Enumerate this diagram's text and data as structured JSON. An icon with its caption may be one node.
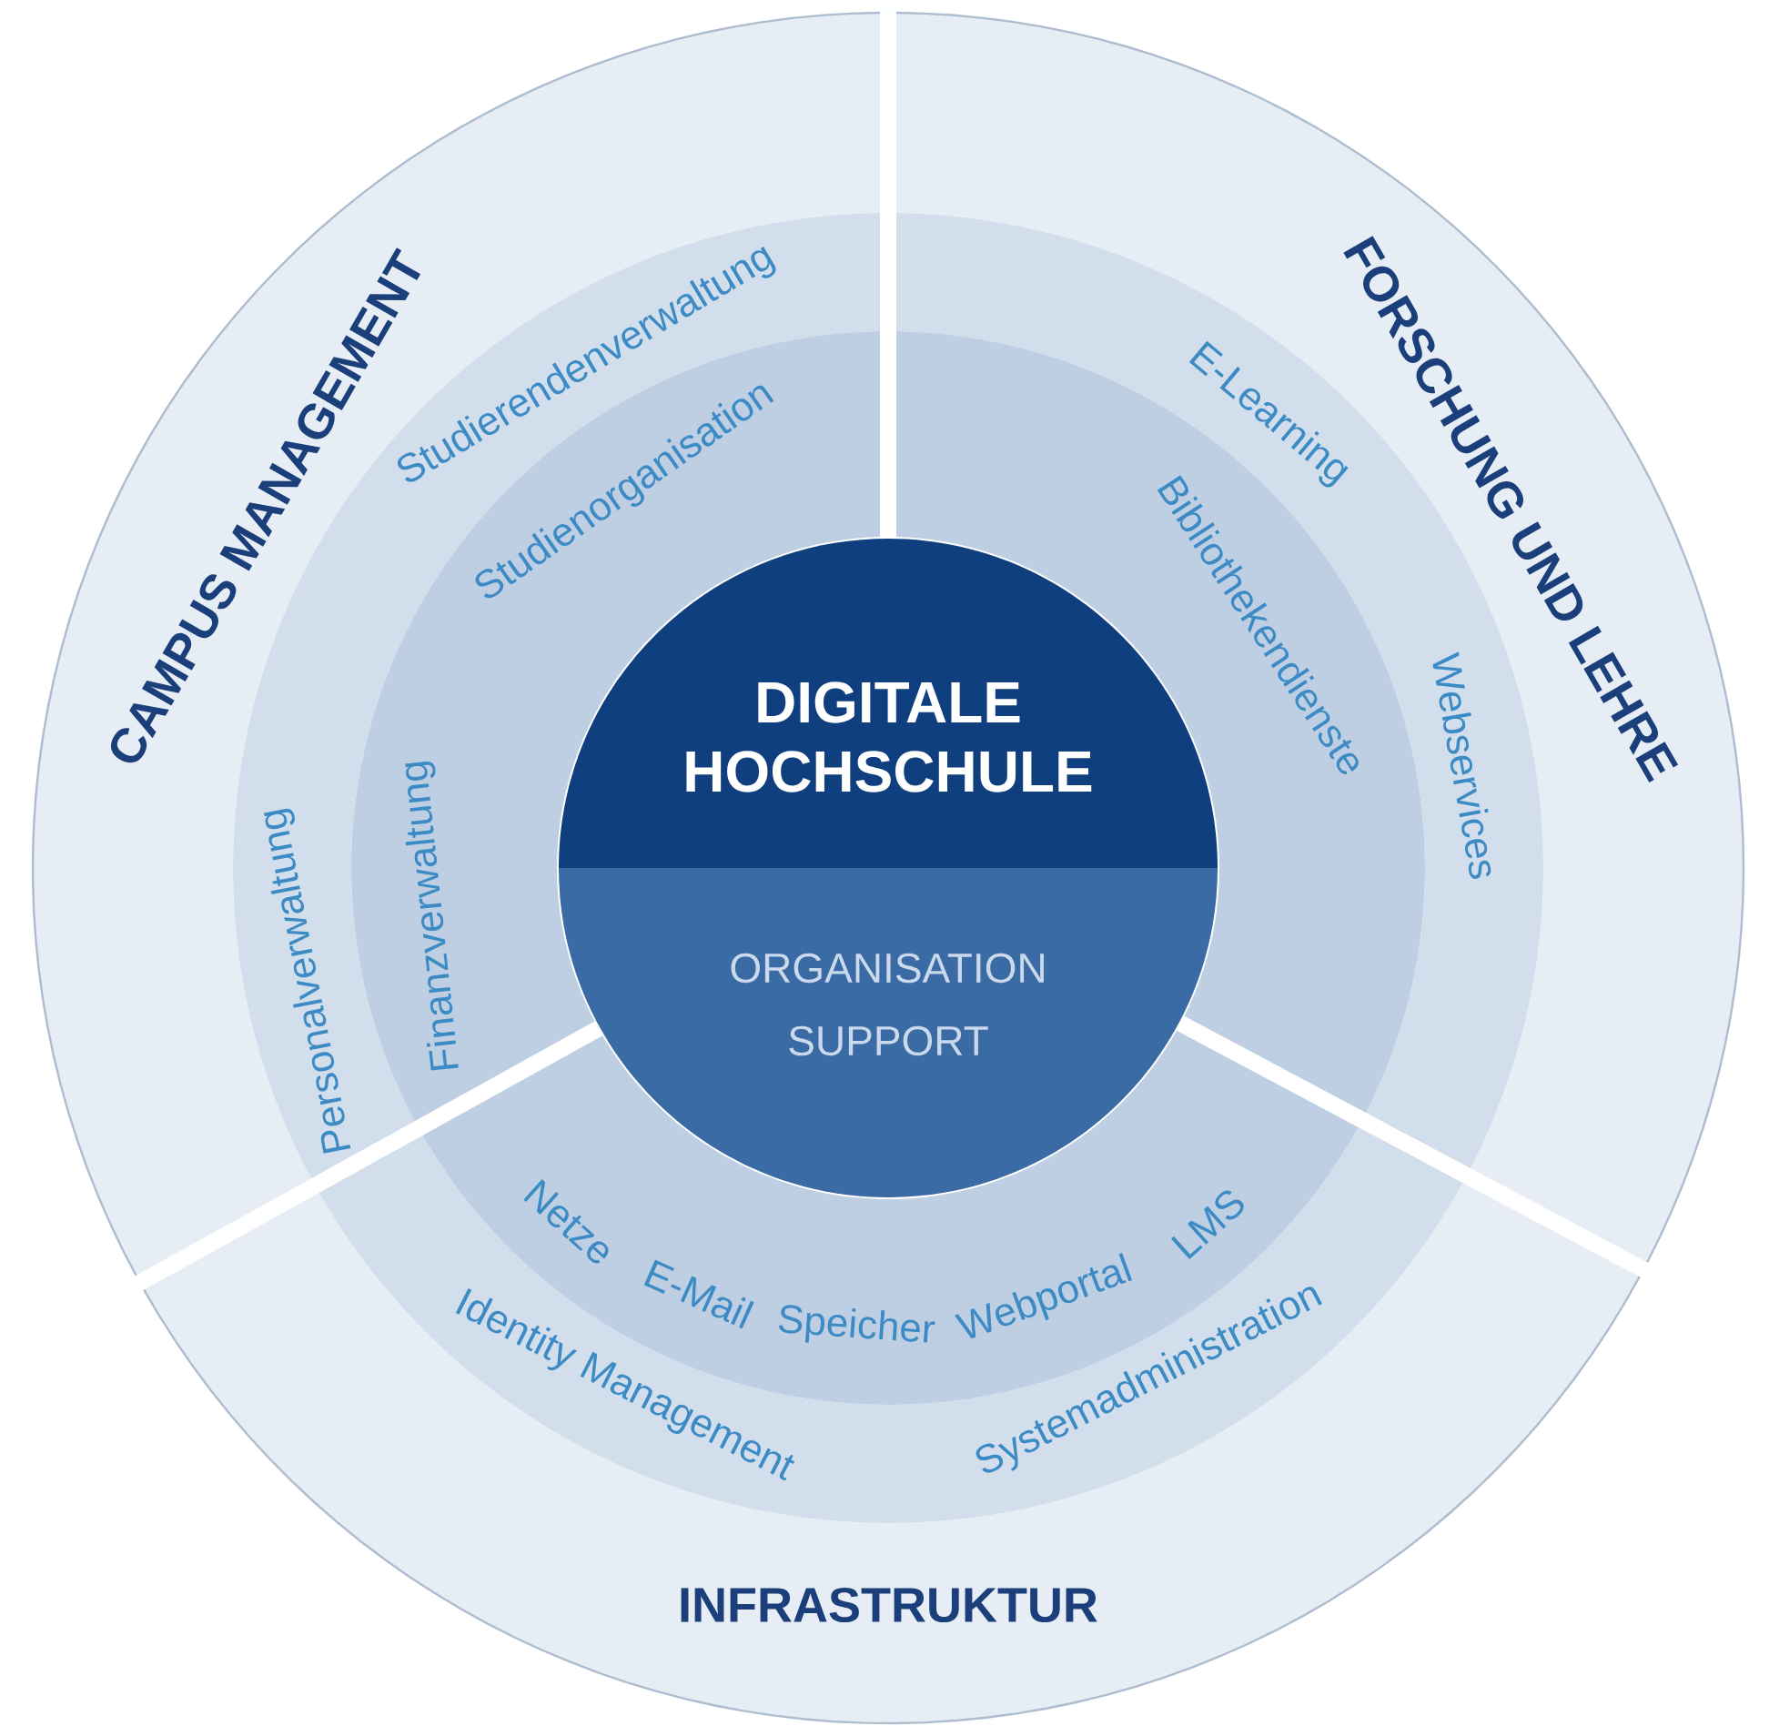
{
  "diagram": {
    "nodes": [
      {
        "text": [
          "CAMPUS MANAGEMENT",
          "Studierendenverwaltung",
          "Studienorganisation",
          "Personalverwaltung",
          "Finanzverwaltung"
        ]
      },
      {
        "text": [
          "FORSCHUNG UND LEHRE",
          "E-Learning",
          "Webservices",
          "Bibliothekendienste"
        ]
      },
      {
        "text": [
          "DIGITALE HOCHSCHULE"
        ]
      },
      {
        "text": [
          "ORGANISATION SUPPORT"
        ]
      },
      {
        "text": [
          "INFRASTRUKTUR",
          "Netze",
          "E-Mail",
          "Speicher",
          "Webportal",
          "LMS",
          "Identity Management",
          "Systemadministration"
        ]
      }
    ]
  }
}
